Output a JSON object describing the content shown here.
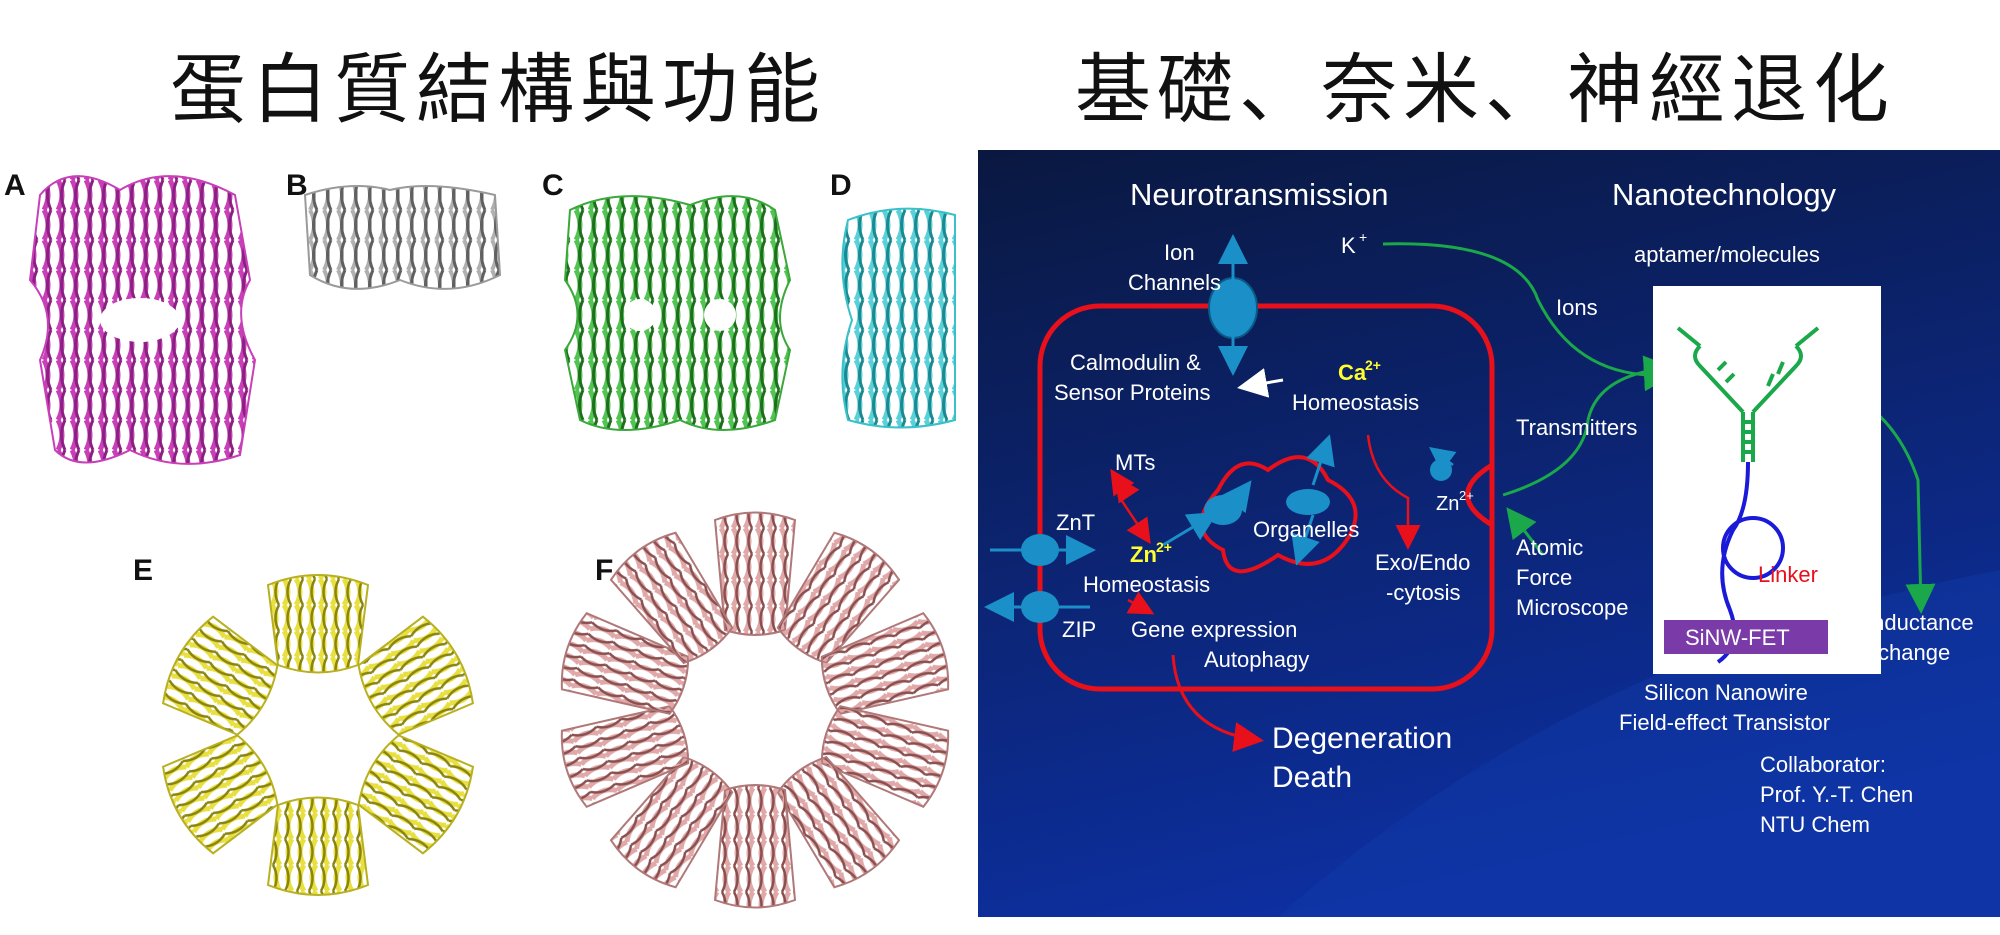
{
  "titles": {
    "left": "蛋白質結構與功能",
    "right": "基礎、奈米、神經退化"
  },
  "left_panel": {
    "panel_labels": [
      "A",
      "B",
      "C",
      "D",
      "E",
      "F"
    ],
    "colors": {
      "A": "#c83fb8",
      "B": "#9a9a9a",
      "C": "#3aa83a",
      "D": "#3ac0c8",
      "E": "#d8d030",
      "F": "#d49898"
    }
  },
  "right_panel": {
    "headings": {
      "neuro": "Neurotransmission",
      "nano": "Nanotechnology"
    },
    "labels": {
      "ion": "Ion",
      "channels": "Channels",
      "k": "K",
      "k_sup": "+",
      "aptamer": "aptamer/molecules",
      "ions": "Ions",
      "calmodulin": "Calmodulin &",
      "sensor": "Sensor Proteins",
      "ca": "Ca",
      "ca_sup": "2+",
      "homeostasis_ca": "Homeostasis",
      "transmitters": "Transmitters",
      "mts": "MTs",
      "znt": "ZnT",
      "zn_yellow": "Zn",
      "zn_yellow_sup": "2+",
      "homeostasis_zn": "Homeostasis",
      "organelles": "Organelles",
      "zn_right": "Zn",
      "zn_right_sup": "2+",
      "exo": "Exo/Endo",
      "cytosis": "-cytosis",
      "atomic": "Atomic",
      "force": "Force",
      "microscope": "Microscope",
      "linker": "Linker",
      "zip": "ZIP",
      "gene": "Gene expression",
      "autophagy": "Autophagy",
      "sinw": "SiNW-FET",
      "conductance": "Conductance",
      "change": "change",
      "silicon": "Silicon Nanowire",
      "fet": "Field-effect Transistor",
      "degeneration": "Degeneration",
      "death": "Death",
      "collab1": "Collaborator:",
      "collab2": "Prof. Y.-T. Chen",
      "collab3": "NTU Chem"
    },
    "colors": {
      "background_top": "#0a1840",
      "background_bottom": "#0d2fa0",
      "cell_border": "#e8101a",
      "protein": "#1a8fc8",
      "highlight": "#ffff30",
      "green_arrow": "#1aa84a",
      "linker": "#e8101a",
      "sinw": "#7a3aa8",
      "aptamer": "#1aa84a",
      "wire": "#1a1ad8"
    }
  }
}
